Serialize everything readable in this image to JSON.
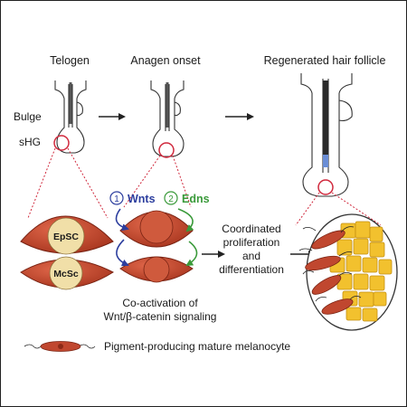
{
  "stages": {
    "telogen": "Telogen",
    "anagen": "Anagen onset",
    "regenerated": "Regenerated hair follicle"
  },
  "labels": {
    "bulge": "Bulge",
    "shg": "sHG",
    "epsc": "EpSC",
    "mcsc": "McSc"
  },
  "signals": {
    "wnts_num": "1",
    "wnts": "Wnts",
    "edns_num": "2",
    "edns": "Edns"
  },
  "process": {
    "line1": "Coordinated",
    "line2": "proliferation",
    "line3": "and",
    "line4": "differentiation"
  },
  "coactivation": {
    "line1": "Co-activation of",
    "line2": "Wnt/β-catenin signaling"
  },
  "legend": {
    "label": "Pigment-producing mature melanocyte"
  },
  "colors": {
    "cell_red": "#c0472f",
    "cell_dark": "#8c2a18",
    "nucleus": "#f1dfa8",
    "wnt_blue": "#2c3e9e",
    "edn_green": "#3a9a3a",
    "yellow_cell": "#f2c12e",
    "circle_red": "#d0283c"
  }
}
